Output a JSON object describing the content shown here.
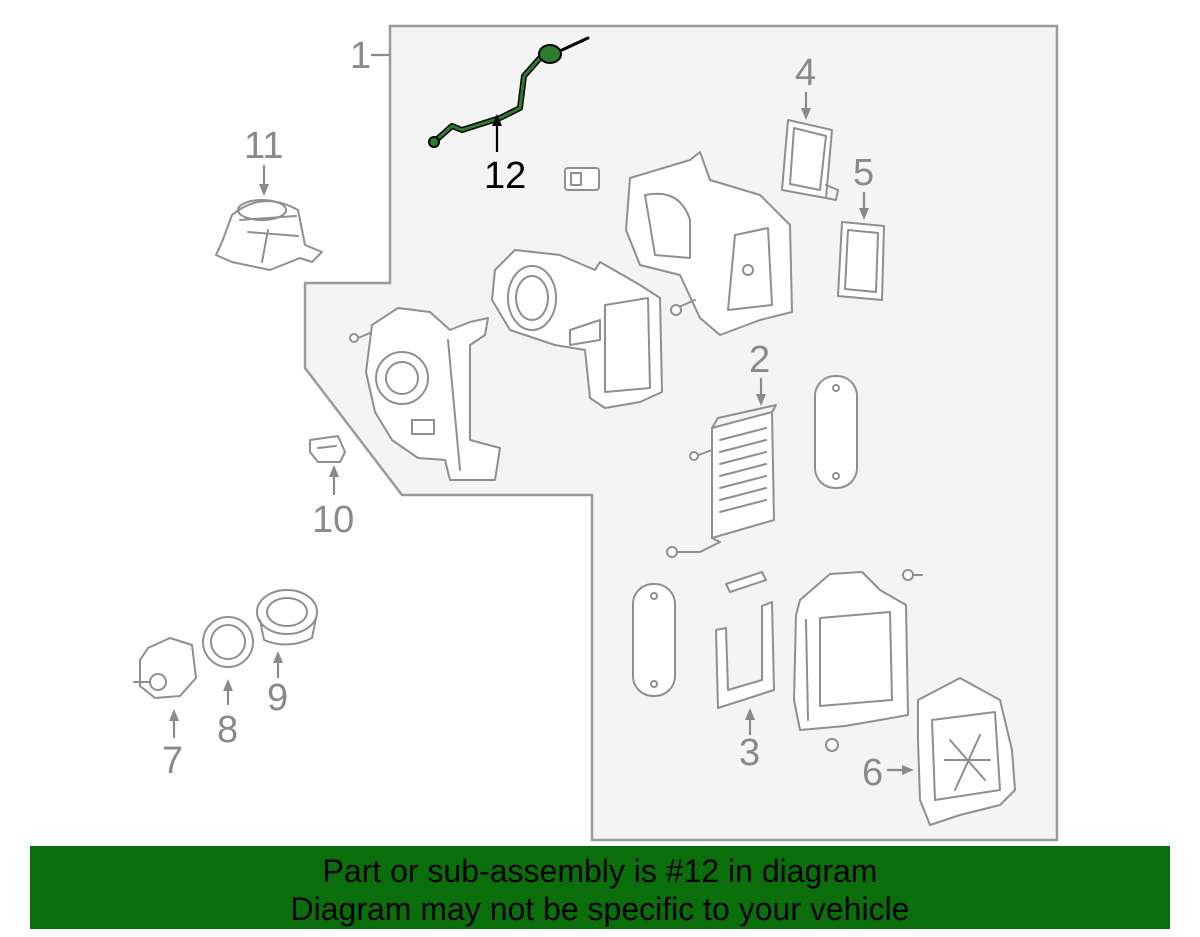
{
  "callouts": {
    "c1": "1",
    "c2": "2",
    "c3": "3",
    "c4": "4",
    "c5": "5",
    "c6": "6",
    "c7": "7",
    "c8": "8",
    "c9": "9",
    "c10": "10",
    "c11": "11",
    "c12": "12"
  },
  "highlighted_part": "12",
  "colors": {
    "banner": "#0a6e0a",
    "highlight": "#1f5c1f",
    "line_art": "#8f8f8f",
    "assembly_box": "#f4f4f4"
  },
  "banner": {
    "line1": "Part or sub-assembly is #12 in diagram",
    "line2": "Diagram may not be specific to your vehicle"
  }
}
